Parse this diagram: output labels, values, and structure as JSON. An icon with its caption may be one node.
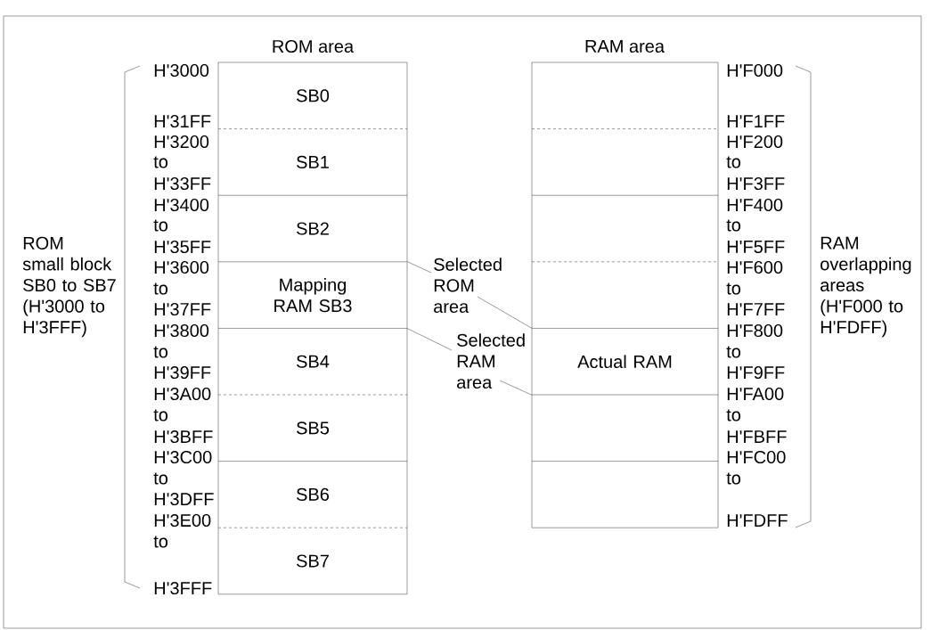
{
  "diagram": {
    "nodes": [
      {
        "text": [
          "SB0"
        ]
      },
      {
        "text": [
          "SB1"
        ]
      },
      {
        "text": [
          "SB2"
        ]
      },
      {
        "text": [
          "Mapping RAM SB3"
        ]
      },
      {
        "text": [
          "SB4"
        ]
      },
      {
        "text": [
          "SB5"
        ]
      },
      {
        "text": [
          "SB6"
        ]
      },
      {
        "text": [
          "SB7"
        ]
      },
      {
        "text": [],
        "shape": "box"
      },
      {
        "text": [],
        "shape": "box"
      },
      {
        "text": [],
        "shape": "box"
      },
      {
        "text": [],
        "shape": "box"
      },
      {
        "text": [
          "Actual RAM"
        ]
      },
      {
        "text": [],
        "shape": "box"
      },
      {
        "text": [],
        "shape": "box"
      },
      {
        "text": [
          "Selected ROM area"
        ]
      },
      {
        "text": [
          "Selected RAM area"
        ]
      }
    ],
    "edges": [
      {
        "from": 15,
        "to": 3,
        "arrow": "none"
      },
      {
        "from": 15,
        "to": 12,
        "arrow": "none"
      },
      {
        "from": 16,
        "to": 3,
        "arrow": "none"
      },
      {
        "from": 16,
        "to": 12,
        "arrow": "none"
      }
    ],
    "labels": [
      "ROM area",
      "RAM area",
      "ROM small block SB0 to SB7 (H'3000 to H'3FFF)",
      "H'3000",
      "H'31FF",
      "H'3200",
      "to",
      "H'33FF",
      "H'3400",
      "to",
      "H'35FF",
      "H'3600",
      "to",
      "H'37FF",
      "H'3800",
      "to",
      "H'39FF",
      "H'3A00",
      "to",
      "H'3BFF",
      "H'3C00",
      "to",
      "H'3DFF",
      "H'3E00",
      "to",
      "H'3FFF",
      "RAM overlapping areas (H'F000 to H'FDFF)",
      "H'F000",
      "H'F1FF",
      "H'F200",
      "to",
      "H'F3FF",
      "H'F400",
      "to",
      "H'F5FF",
      "H'F600",
      "to",
      "H'F7FF",
      "H'F800",
      "to",
      "H'F9FF",
      "H'FA00",
      "to",
      "H'FBFF",
      "H'FC00",
      "to",
      "H'FDFF"
    ]
  }
}
